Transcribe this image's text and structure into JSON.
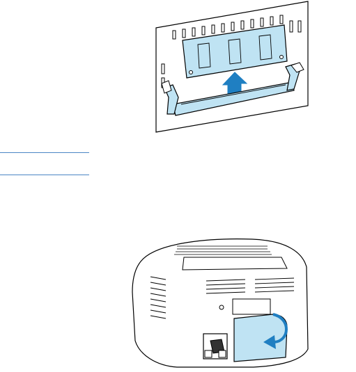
{
  "document": {
    "figures": [
      {
        "id": "memory-module-removal",
        "arrow": "up"
      },
      {
        "id": "printer-rear-cover",
        "arrow": "curved"
      }
    ],
    "colors": {
      "accent": "#bfe3f3",
      "outline": "#000000",
      "arrow": "#1f7fc2",
      "rule": "#4a86c4"
    }
  }
}
